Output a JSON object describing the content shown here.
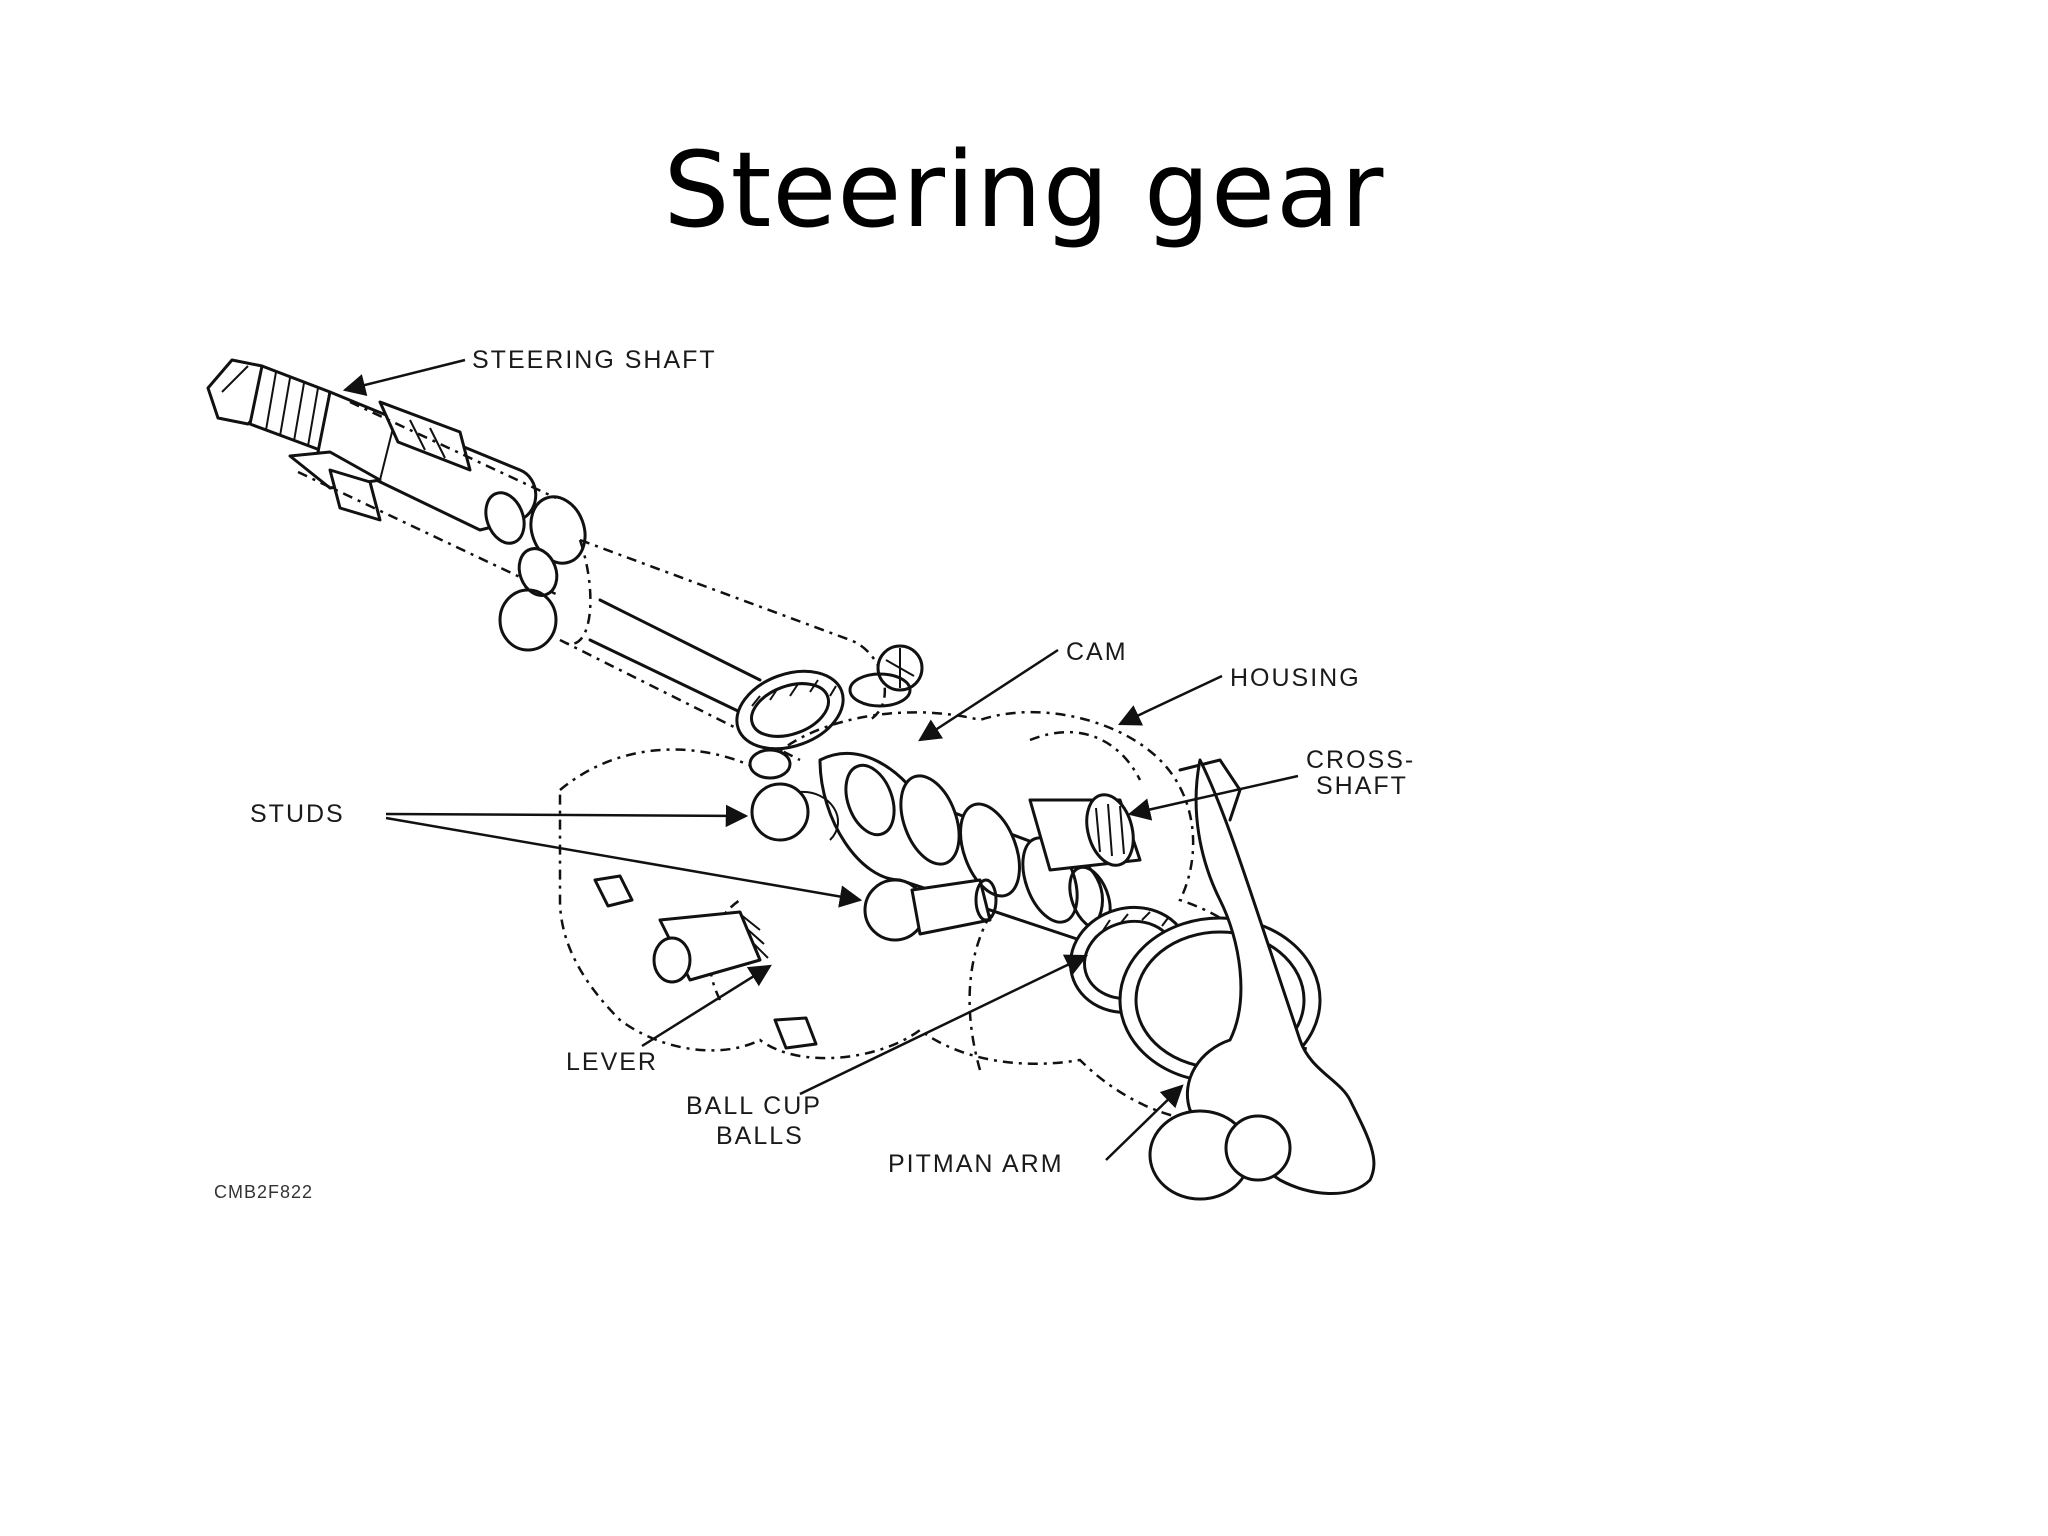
{
  "slide": {
    "title": "Steering gear"
  },
  "diagram": {
    "labels": {
      "steering_shaft": "STEERING SHAFT",
      "cam": "CAM",
      "housing": "HOUSING",
      "cross_shaft_line1": "CROSS-",
      "cross_shaft_line2": "SHAFT",
      "studs": "STUDS",
      "lever": "LEVER",
      "ball_cup": "BALL CUP",
      "balls": "BALLS",
      "pitman_arm": "PITMAN ARM"
    },
    "figure_code": "CMB2F822"
  }
}
